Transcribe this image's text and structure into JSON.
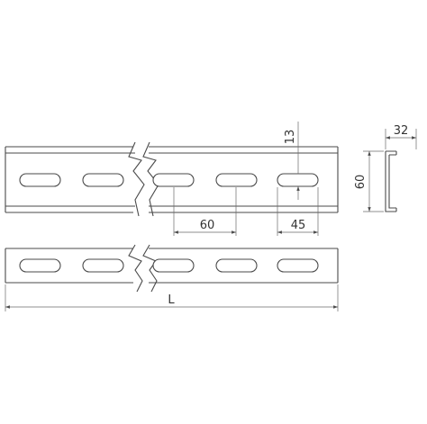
{
  "dimensions": {
    "slot_height": "13",
    "profile_height": "60",
    "profile_width": "32",
    "slot_pitch": "60",
    "slot_length": "45",
    "total_length": "L"
  }
}
